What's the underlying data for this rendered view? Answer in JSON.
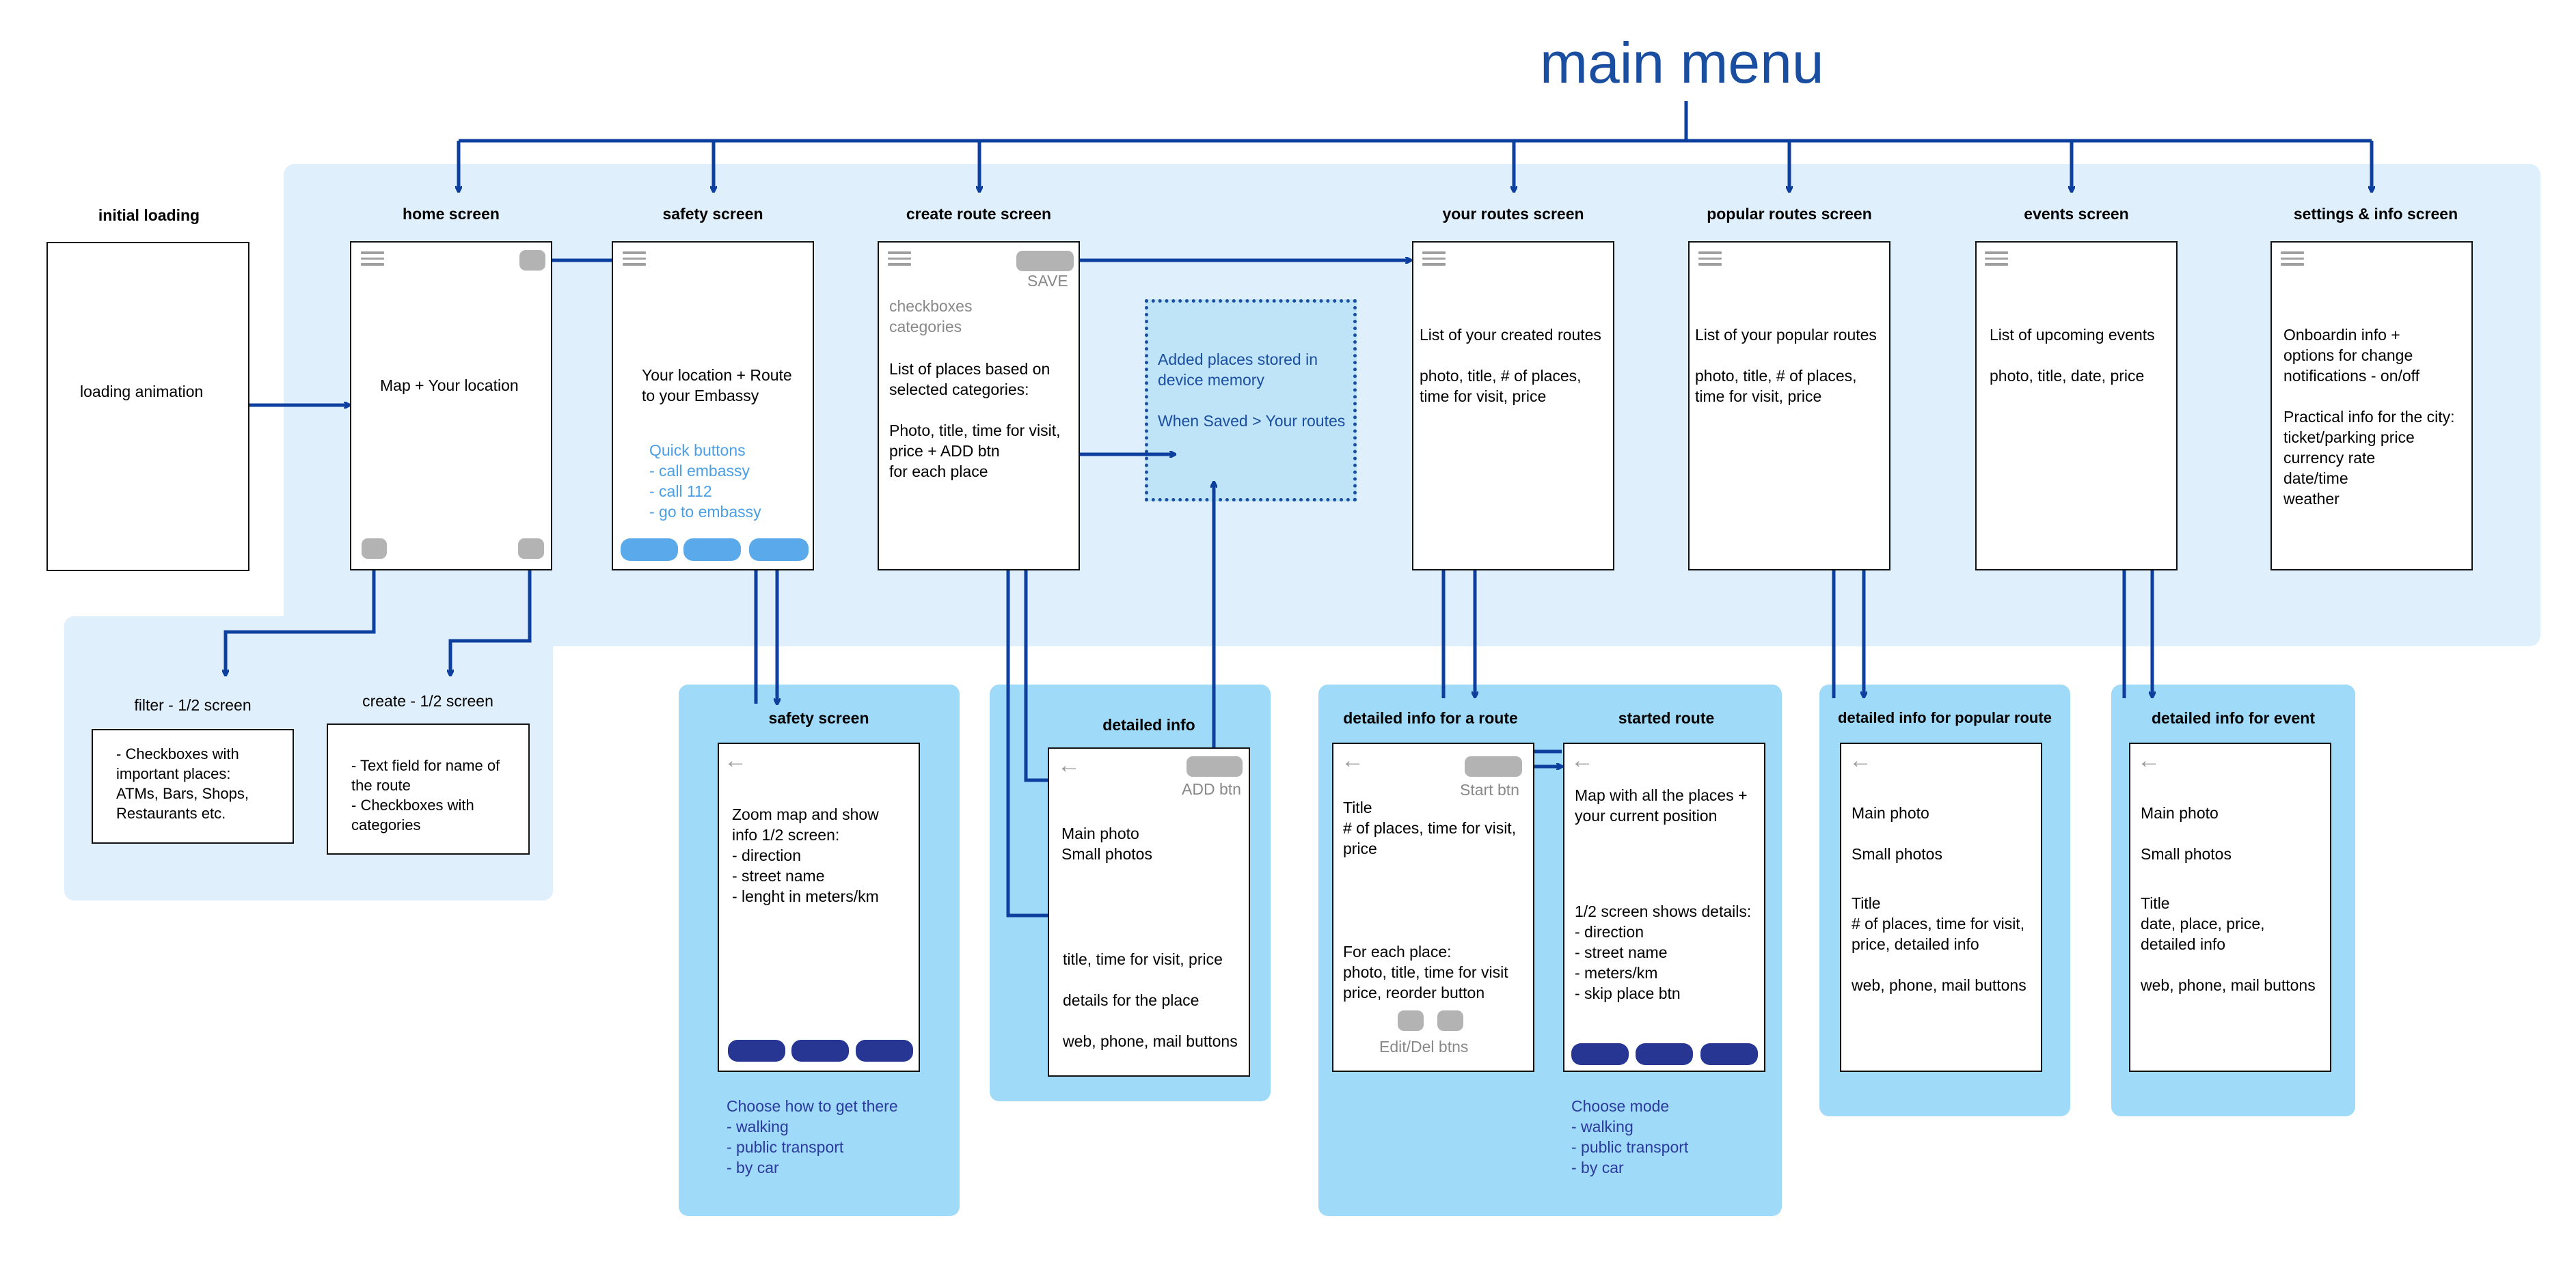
{
  "main_title": "main menu",
  "colors": {
    "wire": "#0d3f9e",
    "panel_light": "#dff0fc",
    "panel_mid": "#9fdaf8",
    "dashed_fill": "#bfe4f8",
    "dark_button": "#273692",
    "light_button": "#5aa9ea",
    "pill": "#b3b3b3"
  },
  "icons": {
    "menu": "hamburger-icon",
    "back": "back-arrow-icon"
  },
  "screens": {
    "initial": {
      "title": "initial loading",
      "body": "loading animation"
    },
    "home": {
      "title": "home screen",
      "body": "Map + Your location"
    },
    "safety": {
      "title": "safety screen",
      "body": "Your location + Route\nto your Embassy",
      "quick": "Quick buttons\n- call embassy\n- call 112\n- go to embassy"
    },
    "create": {
      "title": "create route screen",
      "save": "SAVE",
      "categories": "checkboxes\ncategories",
      "body": "List of places based on\nselected categories:\n\nPhoto, title, time for visit,\nprice + ADD btn\nfor each place"
    },
    "stored": {
      "body": "Added places stored in\ndevice memory\n\nWhen Saved > Your routes"
    },
    "yours": {
      "title": "your routes screen",
      "body": "List of your created routes\n\nphoto, title, # of places,\ntime for visit, price"
    },
    "popular": {
      "title": "popular routes screen",
      "body": "List of your popular routes\n\nphoto, title, # of places,\ntime for visit, price"
    },
    "events": {
      "title": "events screen",
      "body": "List of upcoming events\n\nphoto, title, date, price"
    },
    "settings": {
      "title": "settings & info screen",
      "body": "Onboardin info +\noptions for change\nnotifications - on/off\n\nPractical info for the city:\nticket/parking price\ncurrency rate\ndate/time\nweather"
    },
    "filter": {
      "title": "filter - 1/2 screen",
      "body": "- Checkboxes with\nimportant places:\nATMs, Bars, Shops,\nRestaurants etc."
    },
    "create_half": {
      "title": "create - 1/2 screen",
      "body": "- Text field for name of\nthe route\n- Checkboxes with\ncategories"
    },
    "safety2": {
      "title": "safety screen",
      "body": "Zoom map and show\ninfo 1/2 screen:\n- direction\n- street name\n- lenght in meters/km",
      "footer": "Choose how to get there\n- walking\n- public transport\n- by car"
    },
    "detailed": {
      "title": "detailed info",
      "add": "ADD btn",
      "body1": "Main photo\nSmall photos",
      "body2": "title, time for visit, price\n\ndetails for the place\n\nweb, phone, mail buttons"
    },
    "route_detail": {
      "title": "detailed info for a route",
      "start": "Start btn",
      "body1": "Title\n# of places, time for visit,\nprice",
      "body2": "For each place:\nphoto, title, time for visit\nprice, reorder button",
      "editdel": "Edit/Del btns"
    },
    "started": {
      "title": "started route",
      "body1": "Map with all the places +\nyour current position",
      "body2": "1/2 screen shows details:\n- direction\n- street name\n- meters/km\n- skip place btn",
      "footer": "Choose mode\n- walking\n- public transport\n- by car"
    },
    "popular_detail": {
      "title": "detailed info for popular route",
      "body1": "Main photo\n\nSmall photos",
      "body2": "Title\n# of places, time for visit,\nprice, detailed info\n\nweb, phone, mail buttons"
    },
    "event_detail": {
      "title": "detailed info for event",
      "body1": "Main photo\n\nSmall photos",
      "body2": "Title\ndate, place, price,\ndetailed info\n\nweb, phone, mail buttons"
    }
  }
}
